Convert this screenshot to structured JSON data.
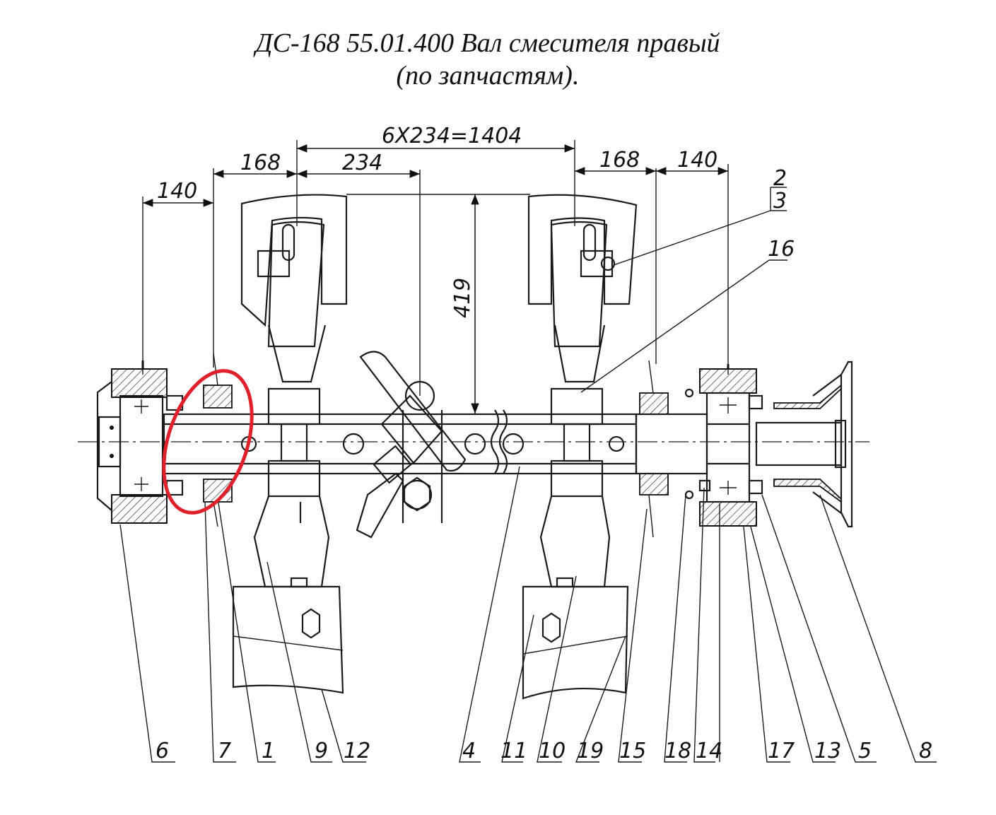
{
  "title": {
    "line1": "ДС-168 55.01.400 Вал смесителя правый",
    "line2": "(по запчастям)."
  },
  "dimensions": {
    "overall": "6X234=1404",
    "left_168": "168",
    "pitch_234": "234",
    "left_140": "140",
    "right_168": "168",
    "right_140": "140",
    "height_419": "419"
  },
  "part_labels": {
    "top_2": "2",
    "top_3": "3",
    "top_16": "16",
    "bottom": [
      "6",
      "7",
      "1",
      "9",
      "12",
      "4",
      "11",
      "10",
      "19",
      "15",
      "18",
      "14",
      "17",
      "13",
      "5",
      "8"
    ]
  },
  "highlight": {
    "color": "#e0202a",
    "shape": "ellipse"
  }
}
